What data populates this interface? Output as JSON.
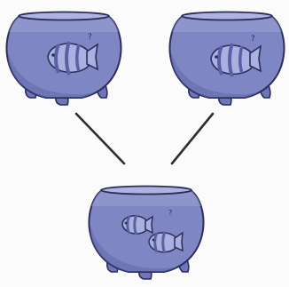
{
  "diagram": {
    "bowls": [
      {
        "id": "top-left",
        "fish_count": 1
      },
      {
        "id": "top-right",
        "fish_count": 1
      },
      {
        "id": "bottom",
        "fish_count": 2
      }
    ],
    "connectors": [
      {
        "from": "top-left",
        "to": "bottom"
      },
      {
        "from": "top-right",
        "to": "bottom"
      }
    ],
    "colors": {
      "bowl_fill": "#7f86c4",
      "bowl_dark": "#5e64a7",
      "water_light": "#9aa0d4",
      "bowl_outline": "#2b2d5a",
      "rim": "#aeb3df",
      "fish_fill": "#aab0e0",
      "fish_stripe": "#5a60a2",
      "line": "#2e2e2e"
    }
  }
}
